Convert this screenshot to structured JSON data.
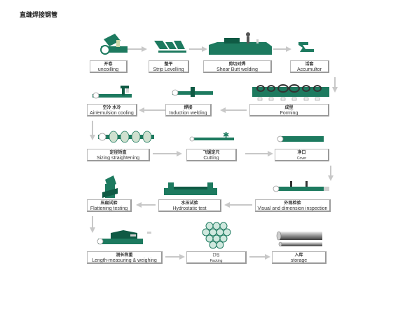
{
  "title": "直缝焊接钢管",
  "colors": {
    "green": "#1d7a5f",
    "dark_green": "#0f5a44",
    "arrow": "#c8c8c8",
    "box_border": "#b9b9b9"
  },
  "steps": [
    {
      "id": "uncoiling",
      "zh": "开卷",
      "en": "uncoilling"
    },
    {
      "id": "leveling",
      "zh": "整平",
      "en": "Strip Levelling"
    },
    {
      "id": "shear",
      "zh": "剪切对焊",
      "en": "Shear Butt welding"
    },
    {
      "id": "accumulator",
      "zh": "活套",
      "en": "Accumultor"
    },
    {
      "id": "forming",
      "zh": "成型",
      "en": "Forming"
    },
    {
      "id": "induction",
      "zh": "焊接",
      "en": "Induction welding"
    },
    {
      "id": "cooling",
      "zh": "空冷   水冷",
      "en": "Air/emulsion cooling"
    },
    {
      "id": "sizing",
      "zh": "定径矫直",
      "en": "Sizing straightening"
    },
    {
      "id": "cutting",
      "zh": "飞锯定尺",
      "en": "Cutting"
    },
    {
      "id": "cover",
      "zh": "净口",
      "en": "Cover"
    },
    {
      "id": "inspection",
      "zh": "外观检验",
      "en": "Visual and dimension inspection"
    },
    {
      "id": "hydro",
      "zh": "水压试验",
      "en": "Hydrostatic test"
    },
    {
      "id": "flattening",
      "zh": "压扁试验",
      "en": "Flattening testing"
    },
    {
      "id": "length",
      "zh": "测长称重",
      "en": "Length-measuring & weighing"
    },
    {
      "id": "packing",
      "zh": "打包",
      "en": "Packing"
    },
    {
      "id": "storage",
      "zh": "入库",
      "en": "storage"
    }
  ]
}
